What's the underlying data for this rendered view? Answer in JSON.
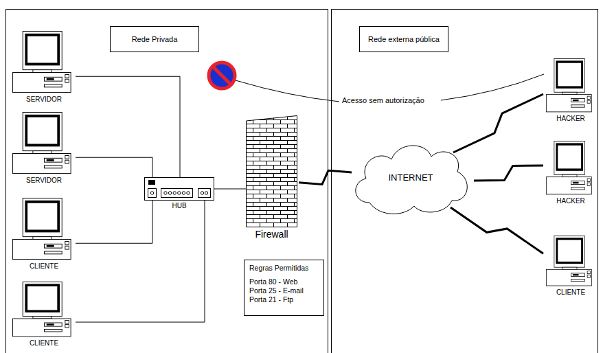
{
  "diagram": {
    "nodes": [
      {
        "text": [
          "Rede Privada"
        ]
      },
      {
        "text": [
          "SERVIDOR"
        ]
      },
      {
        "text": [
          "SERVIDOR"
        ]
      },
      {
        "text": [
          "HUB"
        ]
      },
      {
        "text": [
          "CLIENTE"
        ]
      },
      {
        "text": [
          "CLIENTE"
        ]
      },
      {
        "text": [
          "Firewall"
        ]
      },
      {
        "text": [
          "Regras Permitidas",
          "Porta 80 - Web",
          "Porta 25 - E-mail",
          "Porta 21 - Ftp"
        ]
      },
      {
        "text": [
          "Rede externa pública"
        ]
      },
      {
        "text": [
          "INTERNET"
        ]
      },
      {
        "text": [
          "HACKER"
        ]
      },
      {
        "text": [
          "HACKER"
        ]
      },
      {
        "text": [
          "CLIENTE"
        ]
      }
    ],
    "edges": [
      {
        "from": 1,
        "to": 3,
        "arrow": "none"
      },
      {
        "from": 2,
        "to": 3,
        "arrow": "none"
      },
      {
        "from": 4,
        "to": 3,
        "arrow": "none"
      },
      {
        "from": 5,
        "to": 3,
        "arrow": "none"
      },
      {
        "from": 3,
        "to": 6,
        "arrow": "none"
      },
      {
        "from": 6,
        "to": 9,
        "arrow": "none"
      },
      {
        "from": 9,
        "to": 10,
        "arrow": "none"
      },
      {
        "from": 9,
        "to": 11,
        "arrow": "none"
      },
      {
        "from": 9,
        "to": 12,
        "arrow": "none"
      }
    ],
    "labels": [
      "Acesso sem autorização"
    ]
  }
}
